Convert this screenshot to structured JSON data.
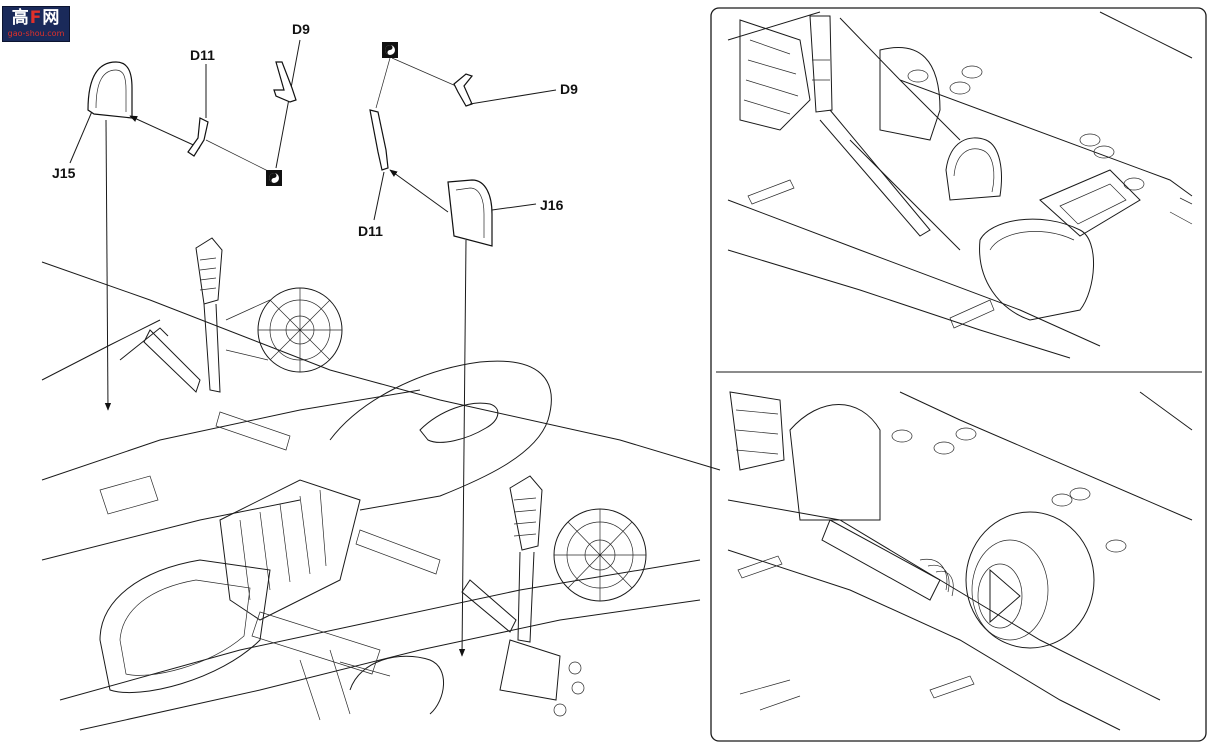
{
  "watermark": {
    "title_a": "高",
    "title_b": "F",
    "title_c": "网",
    "sub": "gao-shou.com"
  },
  "labels": {
    "d11_left": "D11",
    "d9_left": "D9",
    "j15": "J15",
    "d9_right": "D9",
    "j16": "J16",
    "d11_right": "D11"
  },
  "colors": {
    "ink": "#1a1a1a",
    "paper": "#ffffff",
    "logo_bg": "#1a2a5a",
    "logo_accent": "#e0302a"
  },
  "icons": {
    "glue": "glue-symbol-icon"
  }
}
